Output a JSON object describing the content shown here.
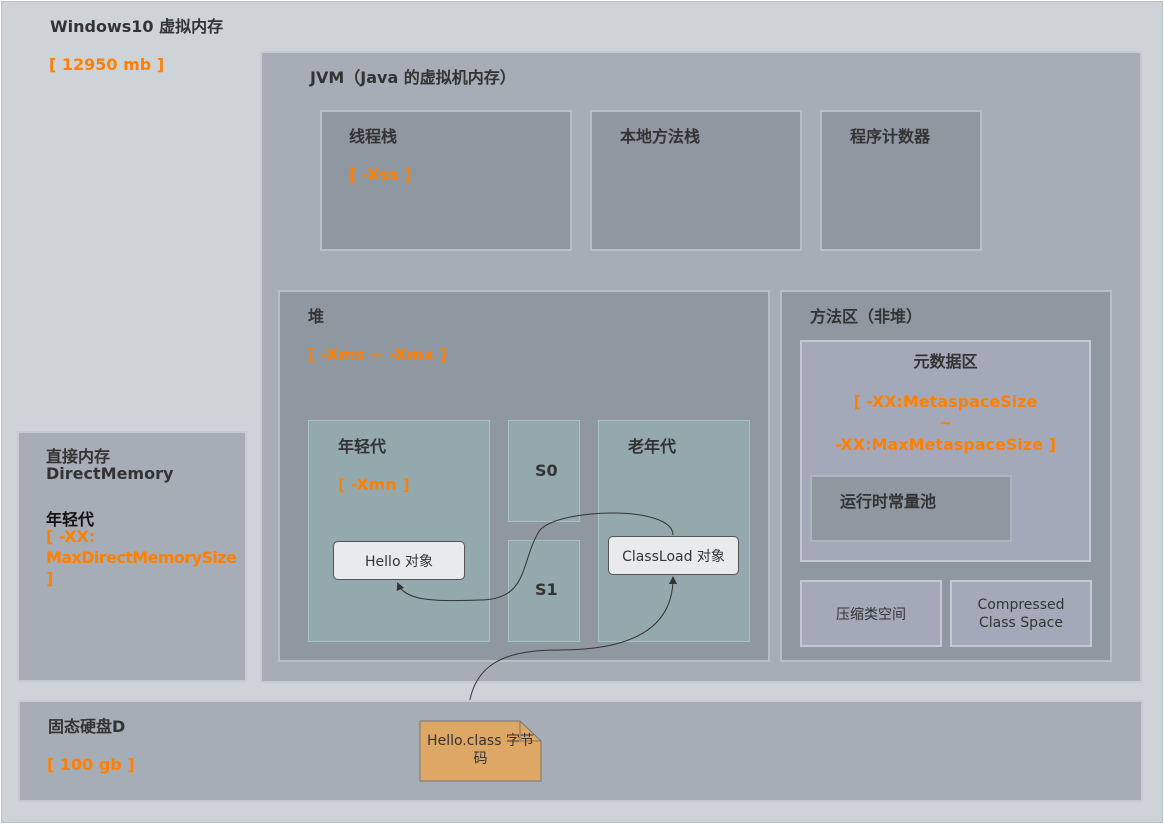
{
  "windows": {
    "title": "Windows10 虚拟内存",
    "size": "[ 12950 mb ]"
  },
  "jvm": {
    "title": "JVM（Java 的虚拟机内存）"
  },
  "thread_stack": {
    "title": "线程栈",
    "param": "[ -Xss ]"
  },
  "native_stack": {
    "title": "本地方法栈"
  },
  "pc_counter": {
    "title": "程序计数器"
  },
  "heap": {
    "title": "堆",
    "param": "[ -Xms ~ -Xmx ]",
    "young": {
      "title": "年轻代",
      "param": "[ -Xmn ]"
    },
    "s0": "S0",
    "s1": "S1",
    "old": {
      "title": "老年代"
    },
    "hello_object": "Hello 对象",
    "classload_object": "ClassLoad 对象"
  },
  "method_area": {
    "title": "方法区（非堆）",
    "metadata": {
      "title": "元数据区",
      "param_line1": "[ -XX:MetaspaceSize",
      "param_line2": "~",
      "param_line3": "-XX:MaxMetaspaceSize ]",
      "runtime_pool": "运行时常量池"
    },
    "compressed_cn": "压缩类空间",
    "compressed_en_line1": "Compressed",
    "compressed_en_line2": "Class Space"
  },
  "direct_memory": {
    "title_line1": "直接内存",
    "title_line2": "DirectMemory",
    "sub_title": "年轻代",
    "param_line1": "[ -XX:",
    "param_line2": "MaxDirectMemorySize",
    "param_line3": "]"
  },
  "disk": {
    "title": "固态硬盘D",
    "size": "[ 100 gb ]",
    "file_line1": "Hello.class 字节",
    "file_line2": "码"
  },
  "colors": {
    "outer_bg": "#ced3d8",
    "jvm_bg": "#a6adb6",
    "section_bg": "#8f98a1",
    "young_bg": "#93a9ae",
    "metadata_bg": "#a4a9b9",
    "orange_accent": "#ff8000",
    "file_bg": "#dea765"
  }
}
